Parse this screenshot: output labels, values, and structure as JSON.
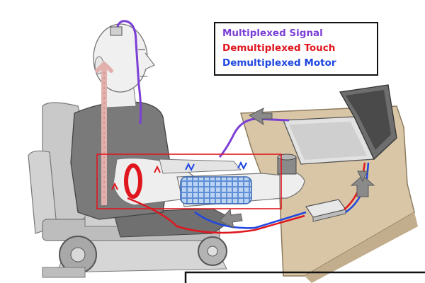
{
  "legend": {
    "items": [
      {
        "label": "Multiplexed Signal",
        "color": "#7b3fd6"
      },
      {
        "label": "Demultiplexed Touch",
        "color": "#e0161e"
      },
      {
        "label": "Demultiplexed Motor",
        "color": "#1f46e0"
      }
    ]
  },
  "colors": {
    "signal": "#7b3fd6",
    "touch": "#e0161e",
    "motor": "#1f46e0",
    "frame": "#111111",
    "table": "#d8c6a6",
    "skin": "#eeeeee",
    "shirt": "#7a7a7a",
    "chair": "#c8c8c8",
    "arrow": "#8a8a8a"
  },
  "icons": [
    "person-figure",
    "wheelchair",
    "laptop",
    "interface-box",
    "cup",
    "sleeve-electrode-array",
    "flow-arrow"
  ]
}
